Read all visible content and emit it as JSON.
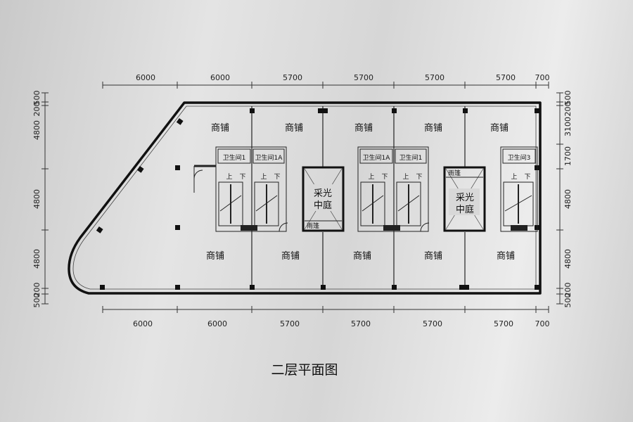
{
  "plan": {
    "title": "二层平面图",
    "top_dims": [
      "6000",
      "6000",
      "5700",
      "5700",
      "5700",
      "5700",
      "700"
    ],
    "bottom_dims": [
      "6000",
      "6000",
      "5700",
      "5700",
      "5700",
      "5700",
      "700"
    ],
    "left_dims": [
      "500",
      "200",
      "4800",
      "4800",
      "4800",
      "200",
      "500"
    ],
    "right_dims": [
      "500",
      "200",
      "3100",
      "1700",
      "4800",
      "4800",
      "200",
      "500"
    ],
    "shop_label": "商铺",
    "atrium_label_line1": "采光",
    "atrium_label_line2": "中庭",
    "canopy_label": "雨篷",
    "toilet_labels": [
      "卫生间1",
      "卫生间1A",
      "卫生间1A",
      "卫生间1",
      "卫生间3"
    ],
    "stair_up": "上",
    "stair_down": "下"
  }
}
